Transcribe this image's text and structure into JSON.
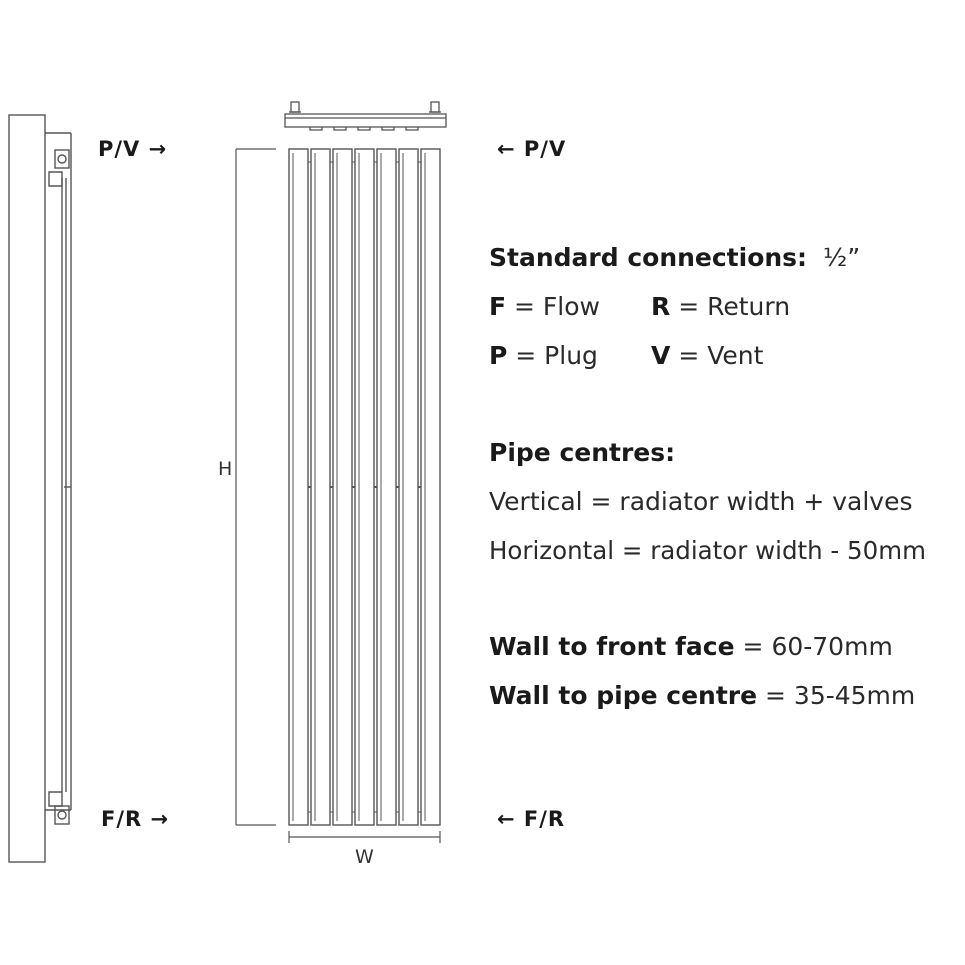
{
  "labels": {
    "pv_left": "P/V →",
    "pv_right": "← P/V",
    "fr_left": "F/R →",
    "fr_right": "← F/R",
    "height_dim": "H",
    "width_dim": "W"
  },
  "specs": {
    "connections_title": "Standard connections:",
    "connections_size": "½”",
    "flow_key": "F",
    "flow_value": "= Flow",
    "return_key": "R",
    "return_value": "= Return",
    "plug_key": "P",
    "plug_value": "= Plug",
    "vent_key": "V",
    "vent_value": "= Vent",
    "pipe_title": "Pipe centres:",
    "vertical": "Vertical = radiator width + valves",
    "horizontal": "Horizontal = radiator width - 50mm",
    "wall_front_label": "Wall to front face",
    "wall_front_value": "= 60-70mm",
    "wall_pipe_label": "Wall to pipe centre",
    "wall_pipe_value": "= 35-45mm"
  },
  "colors": {
    "line": "#555555",
    "text": "#1a1a1a"
  }
}
